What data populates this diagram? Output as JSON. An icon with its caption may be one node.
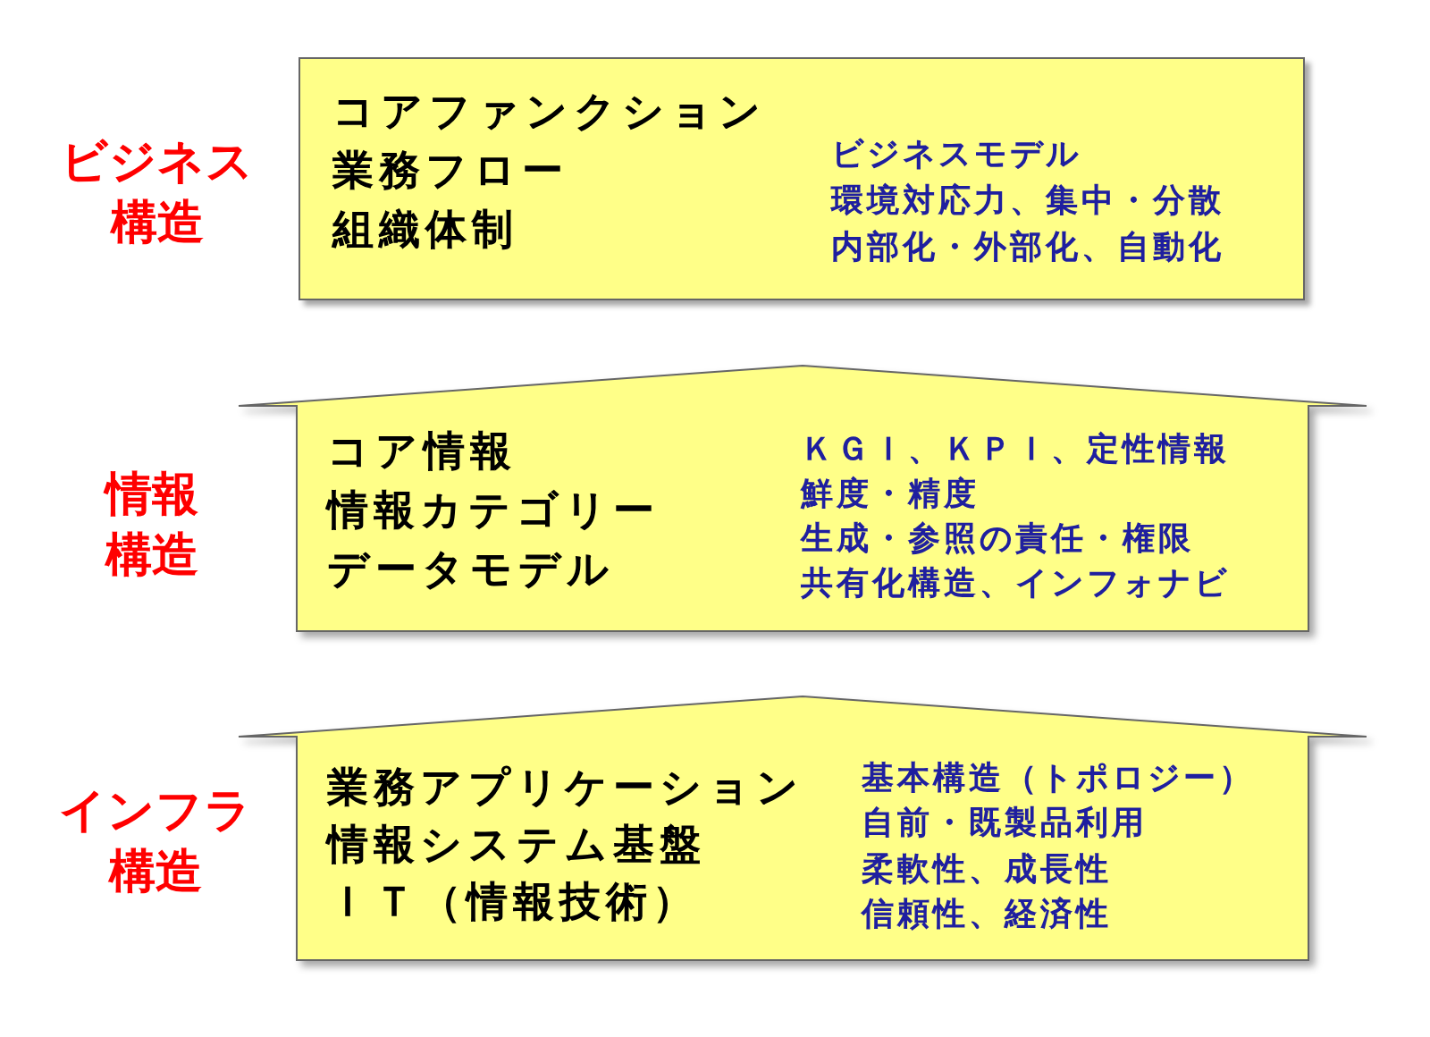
{
  "diagram": {
    "nodes": [
      {
        "text": [
          "コアファンクション",
          "業務フロー",
          "組織体制",
          "ビジネスモデル",
          "環境対応力、集中・分散",
          "内部化・外部化、自動化"
        ],
        "beside": [
          "ビジネス構造"
        ]
      },
      {
        "text": [
          "コア情報",
          "情報カテゴリー",
          "データモデル",
          "ＫＧＩ、ＫＰＩ、定性情報",
          "鮮度・精度",
          "生成・参照の責任・権限",
          "共有化構造、インフォナビ"
        ],
        "beside": [
          "情報構造"
        ]
      },
      {
        "text": [
          "業務アプリケーション",
          "情報システム基盤",
          "ＩＴ（情報技術）",
          "基本構造（トポロジー）",
          "自前・既製品利用",
          "柔軟性、成長性",
          "信頼性、経済性"
        ],
        "beside": [
          "インフラ構造"
        ]
      }
    ]
  }
}
